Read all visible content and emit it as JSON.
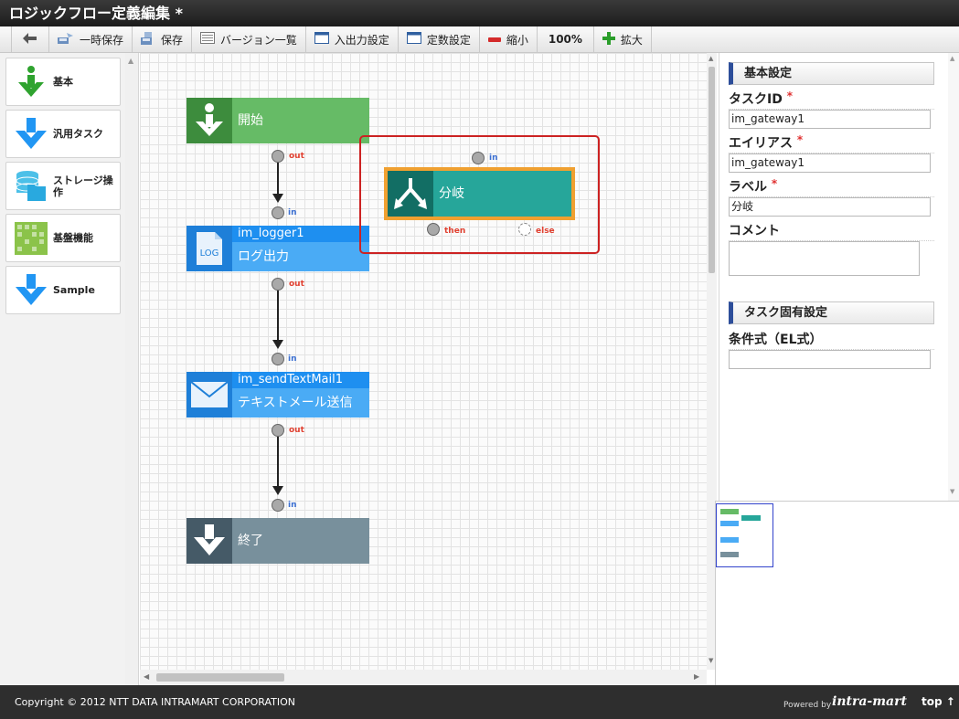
{
  "window": {
    "title": "ロジックフロー定義編集 *"
  },
  "toolbar": {
    "items": [
      {
        "label": "",
        "icon": "back-arrow-icon"
      },
      {
        "label": "一時保存",
        "icon": "temp-save-icon"
      },
      {
        "label": "保存",
        "icon": "save-icon"
      },
      {
        "label": "バージョン一覧",
        "icon": "version-list-icon"
      },
      {
        "label": "入出力設定",
        "icon": "window-icon"
      },
      {
        "label": "定数設定",
        "icon": "window-icon"
      },
      {
        "label": "縮小",
        "icon": "minus-icon"
      },
      {
        "label": "100%",
        "icon": ""
      },
      {
        "label": "拡大",
        "icon": "plus-icon"
      }
    ]
  },
  "palette": {
    "items": [
      {
        "label": "基本",
        "icon": "basic-icon"
      },
      {
        "label": "汎用タスク",
        "icon": "arrow-down-icon"
      },
      {
        "label": "ストレージ操作",
        "icon": "storage-icon"
      },
      {
        "label": "基盤機能",
        "icon": "grid-icon"
      },
      {
        "label": "Sample",
        "icon": "arrow-down-icon"
      }
    ]
  },
  "flow": {
    "start": {
      "label": "開始",
      "out": "out"
    },
    "logger": {
      "id": "im_logger1",
      "label": "ログ出力",
      "in": "in",
      "out": "out",
      "icon_text": "LOG"
    },
    "mail": {
      "id": "im_sendTextMail1",
      "label": "テキストメール送信",
      "in": "in",
      "out": "out"
    },
    "end": {
      "label": "終了",
      "in": "in"
    },
    "gateway": {
      "label": "分岐",
      "in": "in",
      "then": "then",
      "else": "else"
    }
  },
  "colors": {
    "start_icon": "#3d8c3d",
    "start_body": "#66bb66",
    "task_icon": "#1e7fd8",
    "task_id": "#1e8ff0",
    "task_body": "#4aabf5",
    "end_icon": "#455a67",
    "end_body": "#78909c",
    "gateway_icon": "#126e64",
    "gateway_body": "#26a69a",
    "gateway_border": "#f0a030",
    "selection": "#cc2222"
  },
  "props": {
    "basic_section": "基本設定",
    "task_id_label": "タスクID",
    "task_id_value": "im_gateway1",
    "alias_label": "エイリアス",
    "alias_value": "im_gateway1",
    "name_label": "ラベル",
    "name_value": "分岐",
    "comment_label": "コメント",
    "comment_value": "",
    "required_mark": "*",
    "specific_section": "タスク固有設定",
    "condition_label": "条件式（EL式）",
    "condition_value": ""
  },
  "footer": {
    "copyright": "Copyright © 2012 NTT DATA INTRAMART CORPORATION",
    "powered_by": "Powered by",
    "brand": "intra-mart",
    "top_link": "top ↑"
  }
}
